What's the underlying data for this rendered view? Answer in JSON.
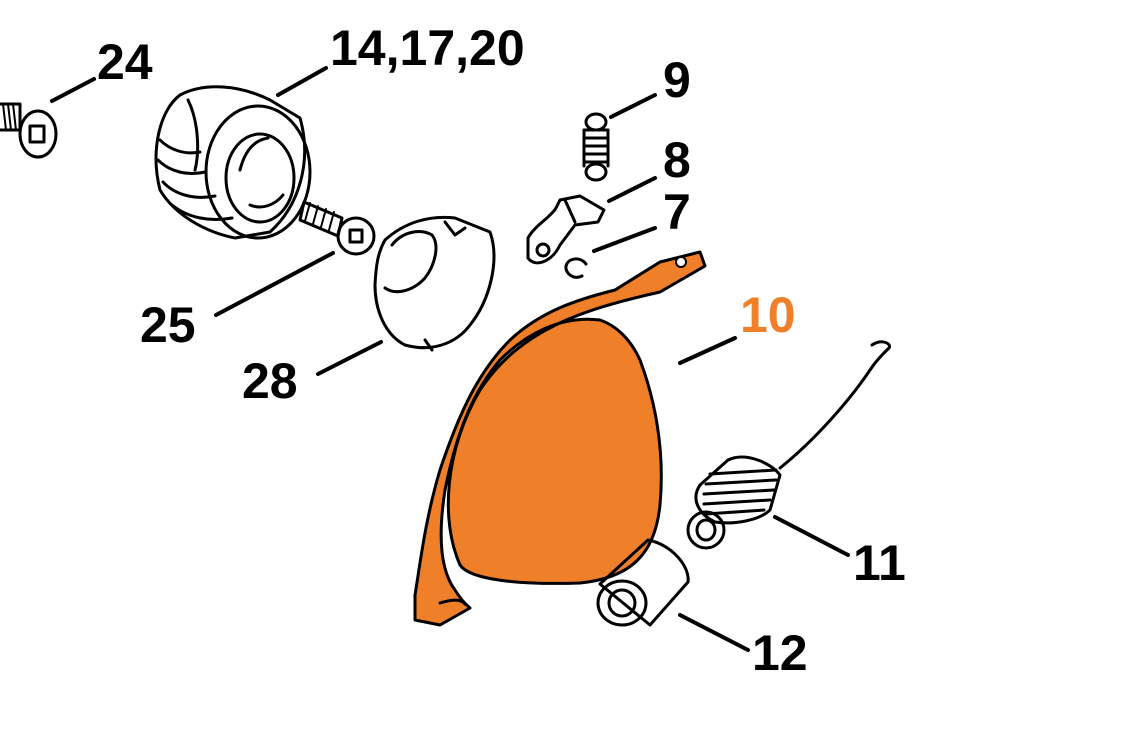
{
  "diagram": {
    "colors": {
      "ink": "#000000",
      "highlight": "#f07f2a",
      "background": "#ffffff"
    },
    "highlighted_label": "10",
    "parts": [
      {
        "id": "24",
        "label": "24",
        "name": "socket-head-screw"
      },
      {
        "id": "14",
        "label": "14,17,20",
        "name": "clutch-drum"
      },
      {
        "id": "9",
        "label": "9",
        "name": "small-spring"
      },
      {
        "id": "8",
        "label": "8",
        "name": "lever"
      },
      {
        "id": "7",
        "label": "7",
        "name": "e-clip"
      },
      {
        "id": "10",
        "label": "10",
        "name": "brake-band"
      },
      {
        "id": "25",
        "label": "25",
        "name": "screw"
      },
      {
        "id": "28",
        "label": "28",
        "name": "cover"
      },
      {
        "id": "11",
        "label": "11",
        "name": "tension-spring"
      },
      {
        "id": "12",
        "label": "12",
        "name": "sleeve"
      }
    ]
  }
}
